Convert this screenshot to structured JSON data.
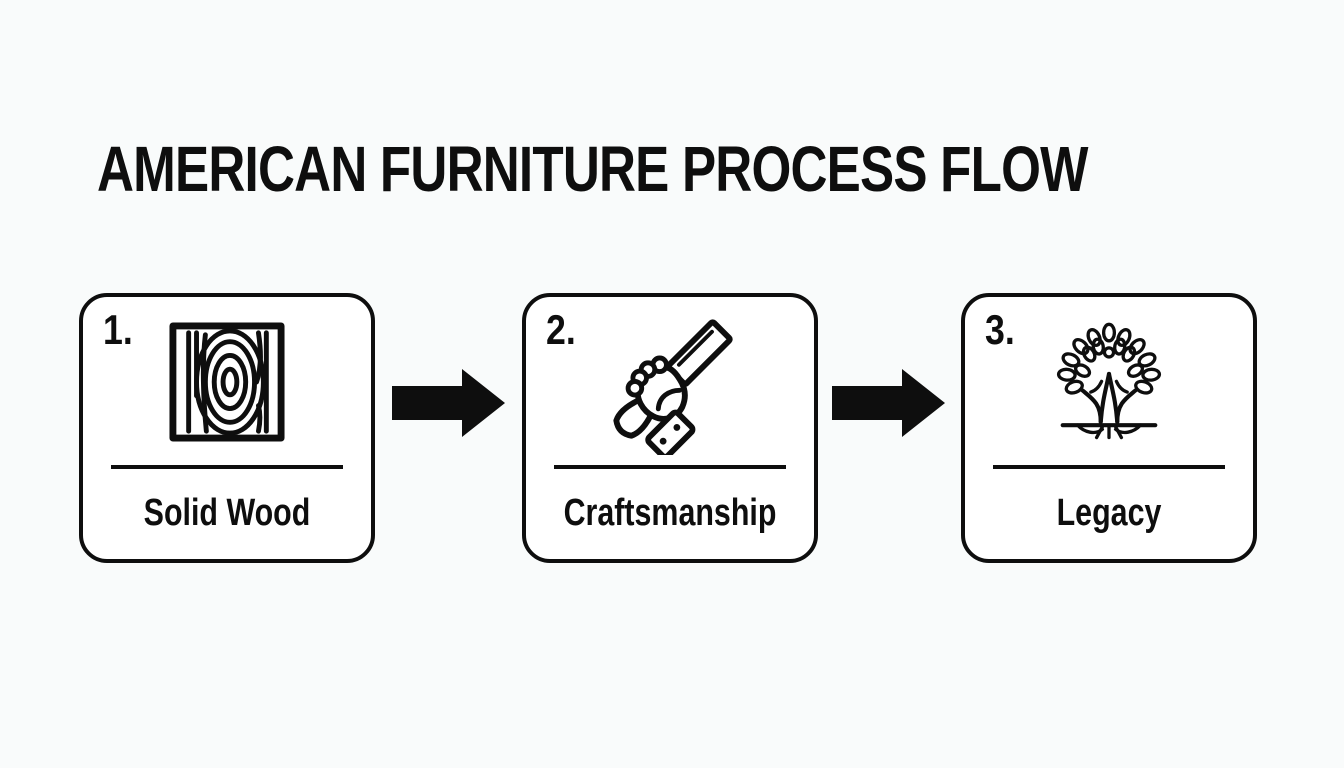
{
  "theme": {
    "background": "#f9fbfb",
    "surface": "#ffffff",
    "ink": "#0e0e0e"
  },
  "title": "AMERICAN FURNITURE PROCESS FLOW",
  "steps": [
    {
      "number": "1.",
      "label": "Solid Wood",
      "icon": "wood-grain-icon"
    },
    {
      "number": "2.",
      "label": "Craftsmanship",
      "icon": "hand-chisel-icon"
    },
    {
      "number": "3.",
      "label": "Legacy",
      "icon": "tree-with-roots-icon"
    }
  ],
  "connectors": [
    {
      "icon": "arrow-right-icon"
    },
    {
      "icon": "arrow-right-icon"
    }
  ]
}
